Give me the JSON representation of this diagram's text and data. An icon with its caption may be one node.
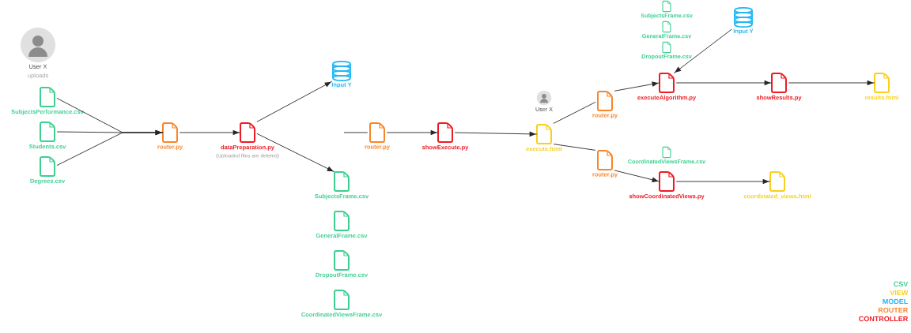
{
  "diagram": {
    "nodes": [
      {
        "text": [
          "User X",
          "uploads"
        ]
      },
      {
        "text": [
          "SubjectsPerformance.csv"
        ]
      },
      {
        "text": [
          "Students.csv"
        ]
      },
      {
        "text": [
          "Degrees.csv"
        ]
      },
      {
        "text": [
          "router.py"
        ]
      },
      {
        "text": [
          "dataPreparation.py"
        ],
        "beside": [
          "(Uploaded files are deleted)"
        ]
      },
      {
        "text": [
          "Input Y"
        ]
      },
      {
        "text": [
          "SubjectsFrame.csv"
        ]
      },
      {
        "text": [
          "GeneralFrame.csv"
        ]
      },
      {
        "text": [
          "DropoutFrame.csv"
        ]
      },
      {
        "text": [
          "CoordinatedViewsFrame.csv"
        ]
      },
      {
        "text": [
          "router.py"
        ]
      },
      {
        "text": [
          "showExecute.py"
        ]
      },
      {
        "text": [
          "User X"
        ]
      },
      {
        "text": [
          "execute.html"
        ]
      },
      {
        "text": [
          "router.py"
        ]
      },
      {
        "text": [
          "SubjectsFrame.csv"
        ]
      },
      {
        "text": [
          "GeneralFrame.csv"
        ]
      },
      {
        "text": [
          "DropoutFrame.csv"
        ]
      },
      {
        "text": [
          "Input Y"
        ]
      },
      {
        "text": [
          "executeAlgorithm.py"
        ]
      },
      {
        "text": [
          "showResults.py"
        ]
      },
      {
        "text": [
          "results.html"
        ]
      },
      {
        "text": [
          "router.py"
        ]
      },
      {
        "text": [
          "CoordinatedViewsFrame.csv"
        ]
      },
      {
        "text": [
          "showCoordinatedViews.py"
        ]
      },
      {
        "text": [
          "coordinated_views.html"
        ]
      }
    ],
    "edges": [
      {
        "from": 1,
        "to": 4,
        "arrow": "to"
      },
      {
        "from": 2,
        "to": 4,
        "arrow": "to"
      },
      {
        "from": 3,
        "to": 4,
        "arrow": "to"
      },
      {
        "from": 4,
        "to": 5,
        "arrow": "to"
      },
      {
        "from": 5,
        "to": 6,
        "arrow": "to"
      },
      {
        "from": 5,
        "to": 7,
        "arrow": "to"
      },
      {
        "from": null,
        "to": 11,
        "arrow": "none"
      },
      {
        "from": 11,
        "to": 12,
        "arrow": "to"
      },
      {
        "from": 12,
        "to": 14,
        "arrow": "to"
      },
      {
        "from": 14,
        "to": 15,
        "arrow": "none"
      },
      {
        "from": 15,
        "to": 20,
        "arrow": "to"
      },
      {
        "from": 19,
        "to": 20,
        "arrow": "to"
      },
      {
        "from": 20,
        "to": 21,
        "arrow": "to"
      },
      {
        "from": 21,
        "to": 22,
        "arrow": "to"
      },
      {
        "from": 14,
        "to": 23,
        "arrow": "none"
      },
      {
        "from": 23,
        "to": 25,
        "arrow": "to"
      },
      {
        "from": 25,
        "to": 26,
        "arrow": "to"
      }
    ],
    "legend": [
      {
        "text": "CSV",
        "color": "#3ccf91"
      },
      {
        "text": "VIEW",
        "color": "#f9cf1c"
      },
      {
        "text": "MODEL",
        "color": "#1fb6f5"
      },
      {
        "text": "ROUTER",
        "color": "#f7862a"
      },
      {
        "text": "CONTROLLER",
        "color": "#ee1b24"
      }
    ]
  }
}
